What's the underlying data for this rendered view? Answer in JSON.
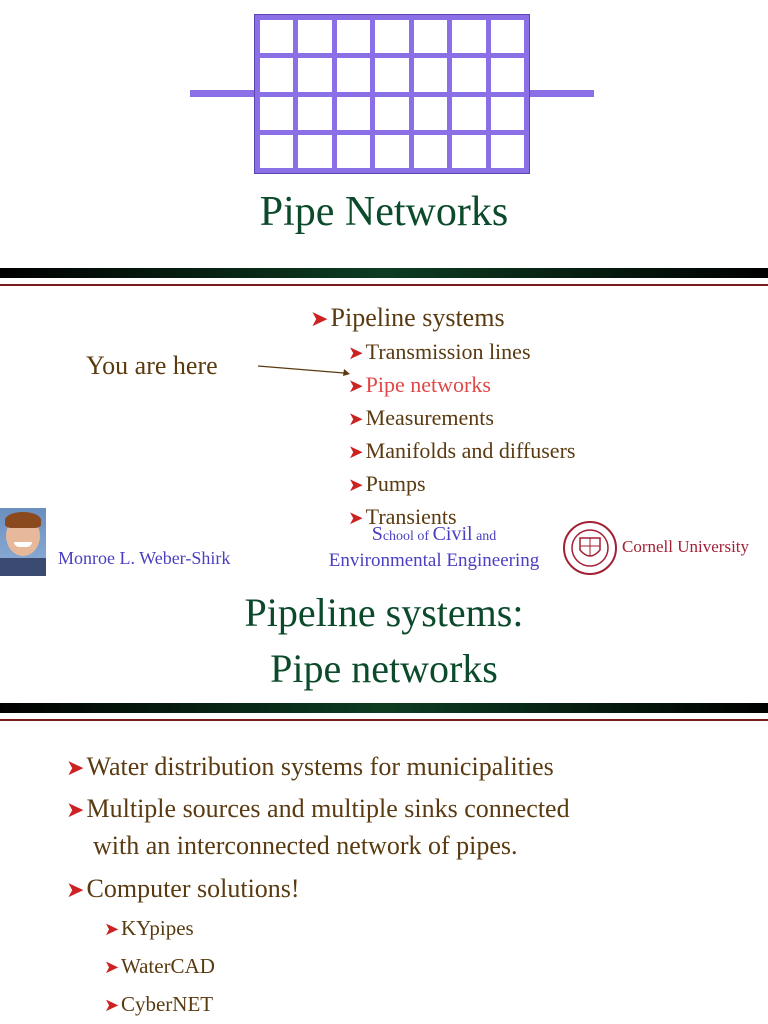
{
  "slide1": {
    "title": "Pipe Networks",
    "grid": {
      "cols": 7,
      "rows": 4,
      "color": "#8a6fe6"
    }
  },
  "slide2": {
    "main_bullet": "Pipeline systems",
    "items": [
      "Transmission lines",
      "Pipe networks",
      "Measurements",
      "Manifolds and diffusers",
      "Pumps",
      "Transients"
    ],
    "active_index": 1,
    "you_are_here": "You are here",
    "author": "Monroe L. Weber-Shirk",
    "school_line1_parts": [
      "S",
      "chool of ",
      "Civil",
      " and"
    ],
    "school_line2": "Environmental Engineering",
    "university": "Cornell University"
  },
  "slide3": {
    "title_line1": "Pipeline systems:",
    "title_line2": "Pipe networks",
    "bullets": [
      "Water distribution systems for municipalities",
      "Multiple sources and multiple sinks connected",
      "with an interconnected network of pipes.",
      "Computer solutions!"
    ],
    "subitems": [
      "KYpipes",
      "WaterCAD",
      "CyberNET"
    ]
  },
  "colors": {
    "title": "#0b4a2a",
    "text": "#5a3a10",
    "highlight": "#e04848",
    "arrow": "#cc2222",
    "link_blue": "#4a3fc0"
  }
}
